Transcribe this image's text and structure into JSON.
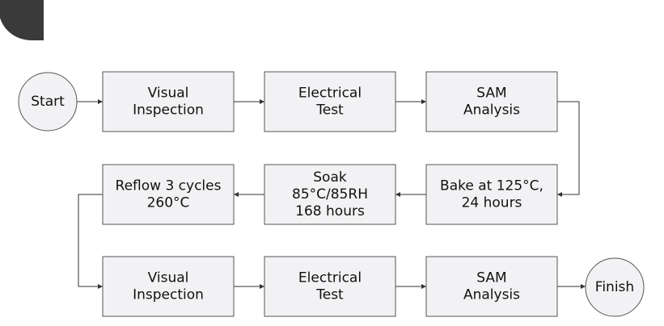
{
  "flowchart": {
    "nodes": [
      {
        "id": "start",
        "shape": "circle",
        "lines": [
          "Start"
        ]
      },
      {
        "id": "visual1",
        "shape": "rect",
        "lines": [
          "Visual",
          "Inspection"
        ]
      },
      {
        "id": "electrical1",
        "shape": "rect",
        "lines": [
          "Electrical",
          "Test"
        ]
      },
      {
        "id": "sam1",
        "shape": "rect",
        "lines": [
          "SAM",
          "Analysis"
        ]
      },
      {
        "id": "bake",
        "shape": "rect",
        "lines": [
          "Bake at 125°C,",
          "24 hours"
        ]
      },
      {
        "id": "soak",
        "shape": "rect",
        "lines": [
          "Soak",
          "85°C/85RH",
          "168 hours"
        ]
      },
      {
        "id": "reflow",
        "shape": "rect",
        "lines": [
          "Reflow 3 cycles",
          "260°C"
        ]
      },
      {
        "id": "visual2",
        "shape": "rect",
        "lines": [
          "Visual",
          "Inspection"
        ]
      },
      {
        "id": "electrical2",
        "shape": "rect",
        "lines": [
          "Electrical",
          "Test"
        ]
      },
      {
        "id": "sam2",
        "shape": "rect",
        "lines": [
          "SAM",
          "Analysis"
        ]
      },
      {
        "id": "finish",
        "shape": "circle",
        "lines": [
          "Finish"
        ]
      }
    ],
    "edges": [
      {
        "from": "start",
        "to": "visual1"
      },
      {
        "from": "visual1",
        "to": "electrical1"
      },
      {
        "from": "electrical1",
        "to": "sam1"
      },
      {
        "from": "sam1",
        "to": "bake"
      },
      {
        "from": "bake",
        "to": "soak"
      },
      {
        "from": "soak",
        "to": "reflow"
      },
      {
        "from": "reflow",
        "to": "visual2"
      },
      {
        "from": "visual2",
        "to": "electrical2"
      },
      {
        "from": "electrical2",
        "to": "sam2"
      },
      {
        "from": "sam2",
        "to": "finish"
      }
    ],
    "colors": {
      "node_fill": "#f2f2f4",
      "node_stroke": "#555555",
      "edge": "#333333",
      "text": "#111111",
      "corner_mark": "#3a3a3a"
    }
  }
}
